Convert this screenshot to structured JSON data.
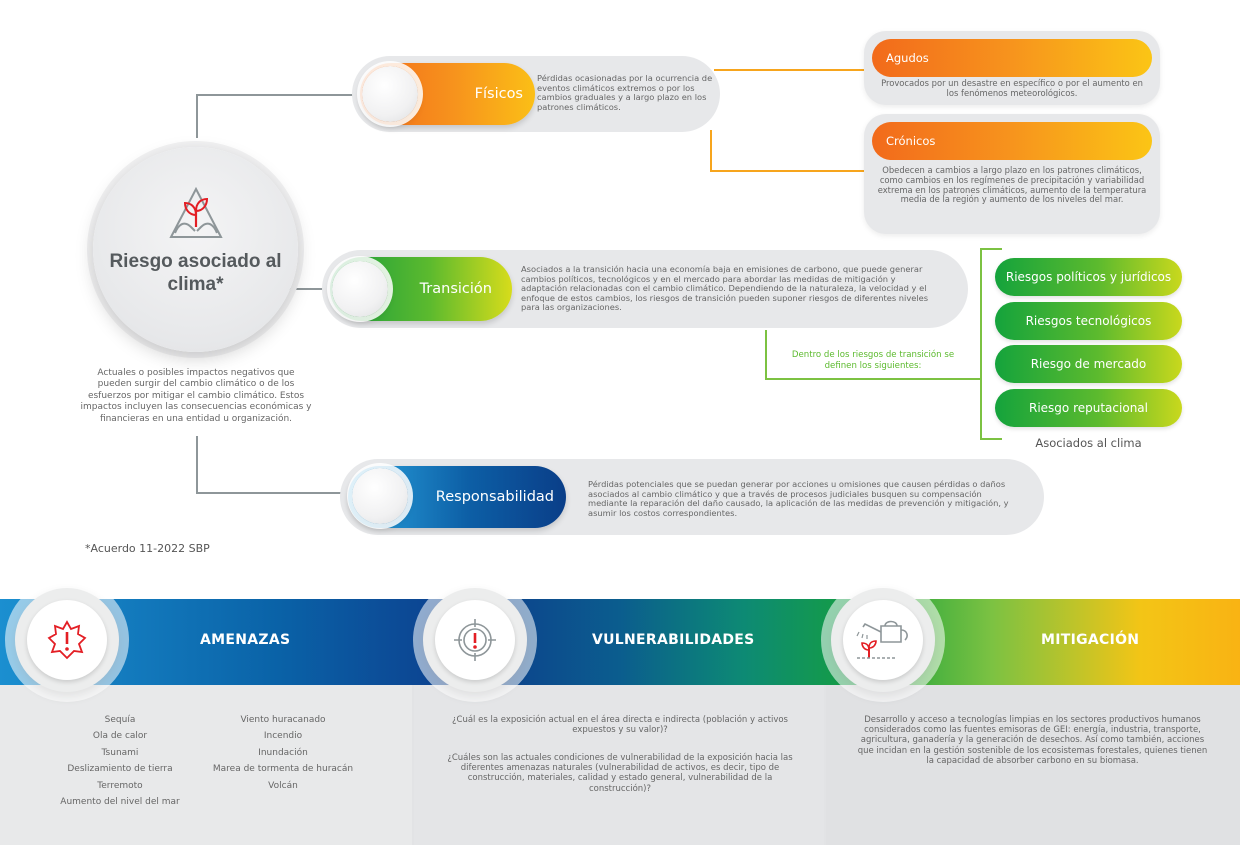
{
  "center": {
    "title": "Riesgo asociado al clima*",
    "description": "Actuales o posibles impactos negativos que pueden surgir del cambio climático o de los esfuerzos por mitigar el cambio climático. Estos impactos incluyen las consecuencias económicas y financieras en una entidad u organización.",
    "footnote": "*Acuerdo 11-2022 SBP",
    "icon": "plant-in-hands-icon"
  },
  "categories": {
    "fisicos": {
      "label": "Físicos",
      "description": "Pérdidas ocasionadas por la ocurrencia de eventos climáticos extremos o por los cambios graduales y a largo plazo en los patrones climáticos."
    },
    "transicion": {
      "label": "Transición",
      "description": "Asociados a la transición hacia una economía baja en emisiones de carbono, que puede generar cambios políticos, tecnológicos y en el mercado para abordar las medidas de mitigación y adaptación relacionadas con el cambio climático. Dependiendo de la naturaleza, la velocidad y el enfoque de estos cambios, los riesgos de transición pueden suponer riesgos de diferentes niveles para las organizaciones."
    },
    "responsabilidad": {
      "label": "Responsabilidad",
      "description": "Pérdidas potenciales que se puedan generar por acciones u omisiones que causen pérdidas o daños asociados al cambio climático y que a través de procesos judiciales busquen su compensación mediante la reparación del daño causado, la aplicación de las medidas de prevención y mitigación, y asumir los costos correspondientes."
    }
  },
  "physical_types": {
    "agudos": {
      "label": "Agudos",
      "description": "Provocados por un desastre en específico o por el aumento en los fenómenos meteorológicos."
    },
    "cronicos": {
      "label": "Crónicos",
      "description": "Obedecen a cambios a largo plazo en los patrones climáticos, como cambios en los regímenes de precipitación y variabilidad extrema en los patrones climáticos, aumento de la temperatura media de la región y aumento de los niveles del mar."
    }
  },
  "transition_note": "Dentro de los riesgos de transición se definen los siguientes:",
  "transition_risks": [
    "Riesgos políticos y jurídicos",
    "Riesgos tecnológicos",
    "Riesgo de mercado",
    "Riesgo reputacional"
  ],
  "transition_caption": "Asociados al  clima",
  "bottom": {
    "amenazas": {
      "title": "AMENAZAS",
      "icon": "warning-burst-icon",
      "list_left": [
        "Sequía",
        "Ola de calor",
        "Tsunami",
        "Deslizamiento de tierra",
        "Terremoto",
        "Aumento del nivel del mar"
      ],
      "list_right": [
        "Viento huracanado",
        "Incendio",
        "Inundación",
        "Marea de tormenta de huracán",
        "Volcán"
      ]
    },
    "vulnerabilidades": {
      "title": "VULNERABILIDADES",
      "icon": "target-alert-icon",
      "q1": "¿Cuál es la exposición actual en el área directa e indirecta (población y activos expuestos y su valor)?",
      "q2": "¿Cuáles son las actuales condiciones de vulnerabilidad de la exposición hacia las diferentes amenazas naturales (vulnerabilidad de activos, es decir, tipo de construcción, materiales, calidad y estado general, vulnerabilidad de la construcción)?"
    },
    "mitigacion": {
      "title": "MITIGACIÓN",
      "icon": "watering-can-sprout-icon",
      "text": "Desarrollo y acceso a tecnologías limpias en los sectores productivos humanos considerados como las fuentes emisoras de GEI: energía, industria, transporte, agricultura, ganadería y la generación de desechos. Así como también, acciones que incidan en la gestión sostenible de los ecosistemas forestales, quienes tienen la capacidad de absorber carbono en su biomasa."
    }
  },
  "colors": {
    "orange": "#f7941d",
    "green": "#5cba2e",
    "blue": "#0d5fa6",
    "gray_line": "#8e9699",
    "red_icon": "#e31e24"
  }
}
